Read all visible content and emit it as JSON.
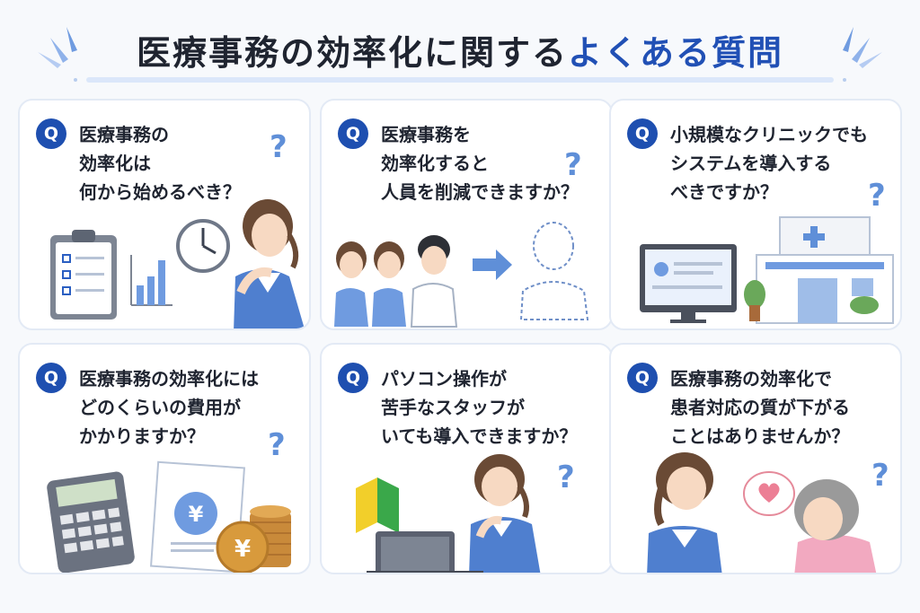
{
  "title": {
    "part1": "医療事務の効率化に関する",
    "part2": "よくある質問"
  },
  "badge_label": "Q",
  "qmark": "?",
  "colors": {
    "accent": "#1e4fb0",
    "card_border": "#e3eaf5",
    "illustration_blue": "#5f8fd8"
  },
  "cards": [
    {
      "lines": [
        "医療事務の",
        "効率化は",
        "何から始めるべき？"
      ],
      "icons": [
        "clipboard-checklist-icon",
        "bar-chart-icon",
        "clock-icon",
        "thinking-staff-icon"
      ]
    },
    {
      "lines": [
        "医療事務を",
        "効率化すると",
        "人員を削減できますか？"
      ],
      "icons": [
        "staff-group-icon",
        "arrow-right-icon",
        "empty-person-outline-icon"
      ]
    },
    {
      "lines": [
        "小規模なクリニックでも",
        "システムを導入する",
        "べきですか？"
      ],
      "icons": [
        "computer-monitor-icon",
        "clinic-building-icon"
      ]
    },
    {
      "lines": [
        "医療事務の効率化には",
        "どのくらいの費用が",
        "かかりますか？"
      ],
      "icons": [
        "calculator-icon",
        "invoice-icon",
        "yen-coin-icon",
        "coin-stack-icon"
      ]
    },
    {
      "lines": [
        "パソコン操作が",
        "苦手なスタッフが",
        "いても導入できますか？"
      ],
      "icons": [
        "beginner-mark-icon",
        "laptop-icon",
        "thinking-staff-icon"
      ]
    },
    {
      "lines": [
        "医療事務の効率化で",
        "患者対応の質が下がる",
        "ことはありませんか？"
      ],
      "icons": [
        "smiling-staff-icon",
        "heart-speech-bubble-icon",
        "elderly-patient-icon"
      ]
    }
  ]
}
